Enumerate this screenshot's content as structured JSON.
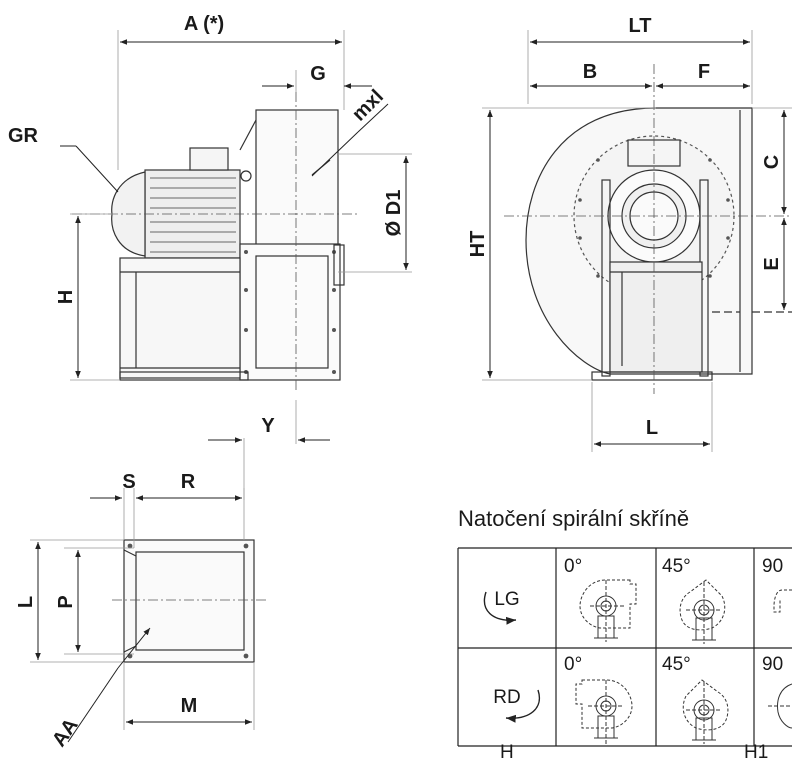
{
  "dimensions": {
    "A": "A (*)",
    "G": "G",
    "mxl": "mxl",
    "GR": "GR",
    "D1": "Ø D1",
    "H": "H",
    "Y": "Y",
    "S": "S",
    "R": "R",
    "L_left": "L",
    "P": "P",
    "M": "M",
    "AA": "AA",
    "LT": "LT",
    "B": "B",
    "F": "F",
    "C": "C",
    "E": "E",
    "HT": "HT",
    "L_front": "L"
  },
  "rotation_table": {
    "title": "Natočení spirální skříně",
    "rows": [
      {
        "label": "LG",
        "angles": [
          "0°",
          "45°",
          "90"
        ]
      },
      {
        "label": "RD",
        "angles": [
          "0°",
          "45°",
          "90"
        ]
      }
    ],
    "bottom_labels": [
      "H",
      "H1"
    ]
  }
}
